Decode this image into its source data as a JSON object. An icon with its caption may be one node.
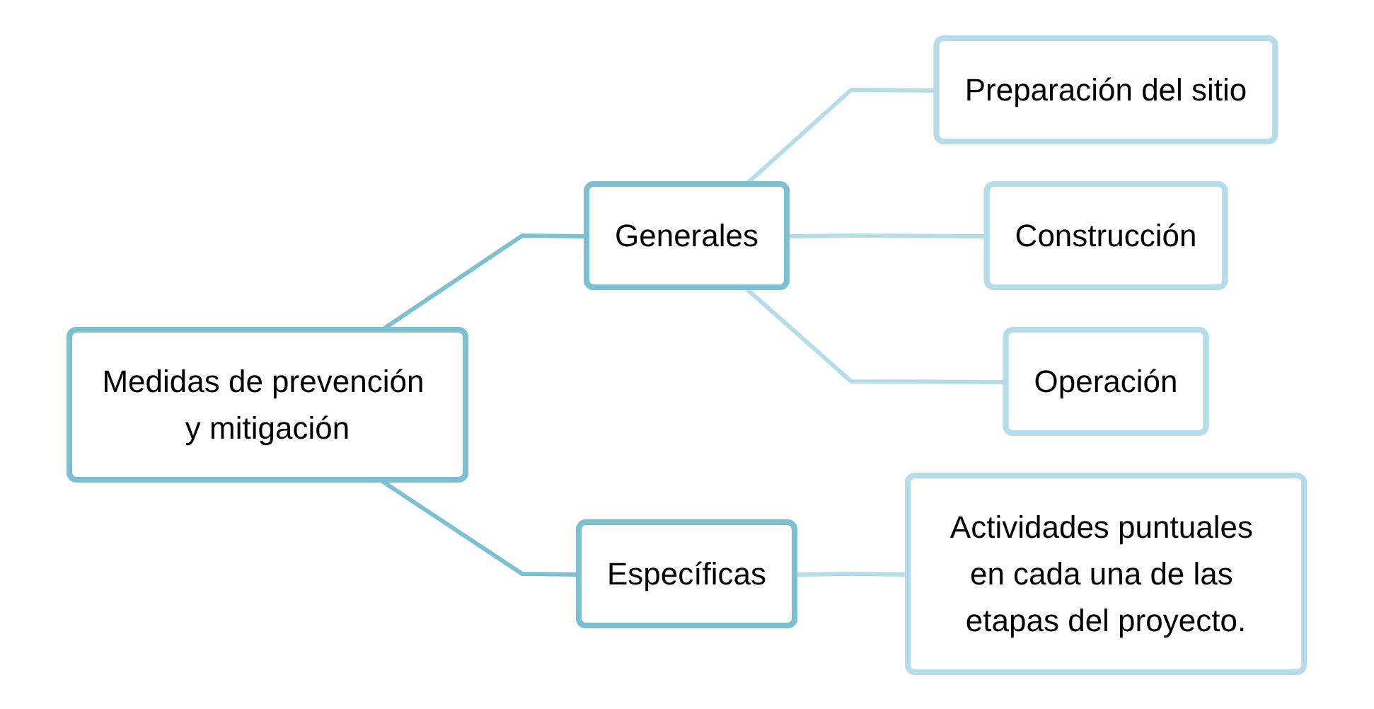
{
  "diagram": {
    "nodes": [
      {
        "text": [
          "Medidas de prevención y mitigación"
        ]
      },
      {
        "text": [
          "Generales"
        ]
      },
      {
        "text": [
          "Específicas"
        ]
      },
      {
        "text": [
          "Preparación del sitio"
        ]
      },
      {
        "text": [
          "Construcción"
        ]
      },
      {
        "text": [
          "Operación"
        ]
      },
      {
        "text": [
          "Actividades puntuales en cada una de las etapas del proyecto."
        ]
      }
    ],
    "edges": [
      {
        "from": 0,
        "to": 1,
        "arrow": "none",
        "color": "#7cc0d4"
      },
      {
        "from": 0,
        "to": 2,
        "arrow": "none",
        "color": "#7cc0d4"
      },
      {
        "from": 1,
        "to": 3,
        "arrow": "none"
      },
      {
        "from": 1,
        "to": 4,
        "arrow": "none"
      },
      {
        "from": 1,
        "to": 5,
        "arrow": "none"
      },
      {
        "from": 2,
        "to": 6,
        "arrow": "none"
      }
    ]
  }
}
